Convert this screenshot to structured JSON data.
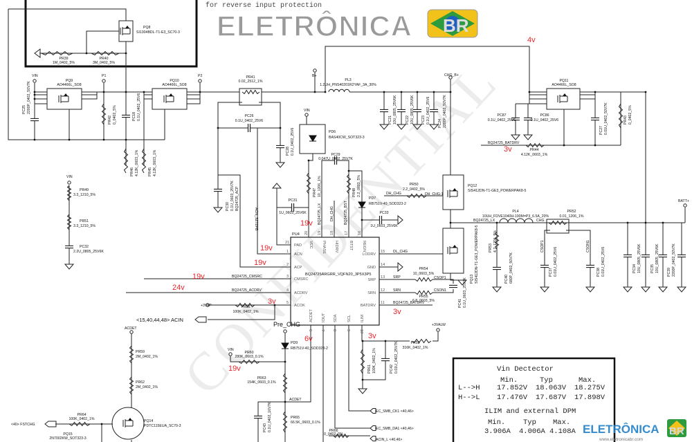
{
  "header": {
    "note": "for reverse input protection"
  },
  "logo": {
    "top": "ELETRÔNICA",
    "top_badge": "BR",
    "bottom": "ELETRÔNICA",
    "bottom_badge": "BR",
    "url": "www.eletronicabr.com",
    "brand_blue": "#1f7fc9",
    "brand_green": "#2e9b3e",
    "brand_yellow": "#f2c21a"
  },
  "watermark": "CONFIDENTIAL",
  "nets": {
    "vin1": "VIN",
    "p1": "P1",
    "p2": "P2",
    "bplus": "B+",
    "chg_bplus": "CHG_B+",
    "batt": "BATT+",
    "vin_pd6": "VIN",
    "vin_pr49": "VIN",
    "acdet_top": "ACDET",
    "vin_pr60": "VIN",
    "pre_chg": "Pre_CHG",
    "v3alw": "+3VALW",
    "v3vlp": "+3VLP",
    "acin": "<15,40,44,48> ACIN",
    "batdrv_top": "BQ24725_BATDRV",
    "acp": "BQ24725_ACP",
    "acn": "ACN_SZ7ZPB",
    "lx_v": "BQ24725_LX",
    "dh_v": "DH_CHG",
    "bst_v": "BQ24725_BST",
    "dh_chg": "DH_CHG",
    "dh_chg1": "DH_CHG-1",
    "dl_chg": "DL_CHG",
    "srp": "SRP",
    "srn": "SRN",
    "csop1": "CSOP1",
    "cson1": "CSON1",
    "cmsrc": "BQ24725_CMSRC",
    "acdrv": "BQ24725_ACDRV",
    "batdrv": "BQ24725_BATDRV",
    "lx": "BQ24725_LX",
    "chg": "CHG",
    "csop1_v": "CSOP1",
    "cson1_v": "CSON1",
    "acdet": "ACDET",
    "smb_ck": "EC_SMB_CK1  <40,46>",
    "smb_da": "EC_SMB_DA1  <40,46>",
    "acin_l": "ACIN_L  <40,46>",
    "fstchg": "<40>  FSTCHG"
  },
  "components": {
    "PQ8": [
      "PQ8",
      "SI1304BDL-T1-E3_SC70-3"
    ],
    "PR39": [
      "PR39",
      "1M_0402_5%"
    ],
    "PR40": [
      "PR40",
      "3M_0402_5%"
    ],
    "PQ9": [
      "PQ9",
      "AO4466L_SO8"
    ],
    "PQ10": [
      "PQ10",
      "AO4466L_SO8"
    ],
    "PR41": [
      "PR41",
      "0.02_2512_1%"
    ],
    "PL3": [
      "PL3",
      "1.2UH_PNS40201R2YAF_3A_30%"
    ],
    "PQ11": [
      "PQ11",
      "AO4466L_SO8"
    ],
    "PC25": [
      "PC25",
      "2200P_0402_50V7K"
    ],
    "PR42": [
      "PR42",
      "0_0402_5%"
    ],
    "PC18": [
      "PC18",
      "0.1U_0402_25V6"
    ],
    "PR46": [
      "PR46",
      "4.12K_0603_1%"
    ],
    "PR45": [
      "PR45",
      "4.12K_0603_1%"
    ],
    "PC26": [
      "PC26",
      "0.1U_0402_25V6"
    ],
    "PC28": [
      "PC28",
      "0.1U_0402_25V6"
    ],
    "PD6": [
      "PD6",
      "BAS40CW_SOT323-3"
    ],
    "PC29": [
      "PC29",
      "0.047U_0402_25V7K"
    ],
    "PC30": [
      "PC30",
      "0.1U_0603_25V7K"
    ],
    "PR47": [
      "PR47",
      "10_1206_1%"
    ],
    "PR48": [
      "PR48",
      "2.2_0603_5%"
    ],
    "PC31": [
      "PC31",
      "1U_0603_25V6K"
    ],
    "PD7": [
      "PD7",
      "RB751V-40_SOD323-2"
    ],
    "PC33": [
      "PC33",
      "1U_0603_25V6K"
    ],
    "PC21": [
      "PC21",
      "10U_0805_25V6K"
    ],
    "PC22": [
      "PC22",
      "10U_0805_25V6K"
    ],
    "PC23": [
      "PC23",
      "0.1U_0402_25V6"
    ],
    "PC24": [
      "PC24",
      "2200P_0402_50V7K"
    ],
    "PR50": [
      "PR50",
      "2.2_0402_5%"
    ],
    "PQ12": [
      "PQ12",
      "SIS412DN-T1-GE3_POWERPAK8-5"
    ],
    "PQ13": [
      "PQ13",
      "SIS412DN-T1-GE3_POWERPAK8-5"
    ],
    "PC87": [
      "PC87",
      "0.1U_0402_25V6"
    ],
    "PC86": [
      "PC86",
      "0.1U_0402_25V6"
    ],
    "PC27": [
      "PC27",
      "0.01U_0402_50V7K"
    ],
    "PR43": [
      "PR43",
      "0_0402_5%"
    ],
    "PR44": [
      "PR44",
      "4.12K_0603_1%"
    ],
    "PL4": [
      "PL4",
      "10UH_FDVE1040H-100M=P3_6.5A_20%"
    ],
    "PR52": [
      "PR52",
      "0.01_1206_1%"
    ],
    "PR53": [
      "PR53",
      "4.7_1206_5%"
    ],
    "PC40": [
      "PC40",
      "680P_0402_50V7K"
    ],
    "PC37": [
      "PC37",
      "0.01U_0402_25V6"
    ],
    "PC38": [
      "PC38",
      "0.01U_0402_25V6"
    ],
    "PC34": [
      "PC34",
      "10U_0805_25V6K"
    ],
    "PC35": [
      "PC35",
      "10U_0805_25V6K"
    ],
    "PC39": [
      "PC39",
      "2200P_0402_50V7K"
    ],
    "PR54": [
      "PR54",
      "10_0603_5%"
    ],
    "PR55": [
      "PR55",
      "6.8_0603_5%"
    ],
    "PC41": [
      "PC41",
      "0.1U_0603_25V7K"
    ],
    "PR56": [
      "PR56",
      "100K_0402_1%"
    ],
    "PR49": [
      "PR49",
      "3.3_1210_5%"
    ],
    "PR51": [
      "PR51",
      "3.3_1210_5%"
    ],
    "PC32": [
      "PC32",
      "2.2U_0805_25V6K"
    ],
    "PD9": [
      "PD9",
      "RB751V-40_SOD323-2"
    ],
    "PR60": [
      "PR60",
      "280K_0603_0.1%"
    ],
    "PR63": [
      "PR63",
      "154K_0603_0.1%"
    ],
    "PC43": [
      "PC43",
      "0.1U_0402_16V7K"
    ],
    "PR65": [
      "PR65",
      "66.5K_0603_0.1%"
    ],
    "PR59": [
      "PR59",
      "2M_0402_1%"
    ],
    "PR62": [
      "PR62",
      "2M_0402_1%"
    ],
    "PR64": [
      "PR64",
      "100K_0402_1%"
    ],
    "PQ14": [
      "PQ14",
      "PDTC115EUA_SC70-3"
    ],
    "PQ15": [
      "PQ15",
      "2N7002KW_SOT323-3"
    ],
    "PR61": [
      "PR61",
      "100K_0402_1%"
    ],
    "PC42": [
      "PC42",
      "0.01U_0402_25V7K"
    ],
    "PR58": [
      "PR58",
      "316K_0402_1%"
    ],
    "PR66": [
      "PR66",
      "0_0402_5%"
    ]
  },
  "ic": {
    "ref": "PU4",
    "part": "BQ24725ARGRR_VQFN20_3P5X3P5",
    "left": [
      [
        "21",
        "PAD"
      ],
      [
        "1",
        "ACN"
      ],
      [
        "2",
        "ACP"
      ],
      [
        "3",
        "CMSRC"
      ],
      [
        "4",
        "ACDRV"
      ],
      [
        "5",
        "ACOK"
      ]
    ],
    "top": [
      [
        "20",
        "VCC"
      ],
      [
        "19",
        "PHASE"
      ],
      [
        "18",
        "HIDRV"
      ],
      [
        "17",
        "BTST"
      ],
      [
        "16",
        "REGN"
      ]
    ],
    "right": [
      [
        "15",
        "LODRV"
      ],
      [
        "14",
        "GND"
      ],
      [
        "13",
        "SRP"
      ],
      [
        "12",
        "SRN"
      ],
      [
        "11",
        "BATDRV"
      ]
    ],
    "bottom": [
      [
        "6",
        "ACDET"
      ],
      [
        "7",
        "IOUT"
      ],
      [
        "8",
        "SDA"
      ],
      [
        "9",
        "SCL"
      ],
      [
        "10",
        "ILIM"
      ]
    ]
  },
  "voltages": [
    "4v",
    "3v",
    "19v",
    "19v",
    "19v",
    "19v",
    "24v",
    "3v",
    "3v",
    "6v",
    "3v",
    "19v"
  ],
  "vin_detector": {
    "title": "Vin Dectector",
    "cols": [
      "Min.",
      "Typ",
      "Max."
    ],
    "rows": [
      [
        "L-->H",
        "17.852V",
        "18.063V",
        "18.275V"
      ],
      [
        "H-->L",
        "17.476V",
        "17.687V",
        "17.898V"
      ]
    ],
    "ilim_title": "ILIM and external DPM",
    "ilim_cols": [
      "Min.",
      "Typ",
      "Max."
    ],
    "ilim_values": [
      "3.906A",
      "4.006A",
      "4.108A"
    ]
  }
}
